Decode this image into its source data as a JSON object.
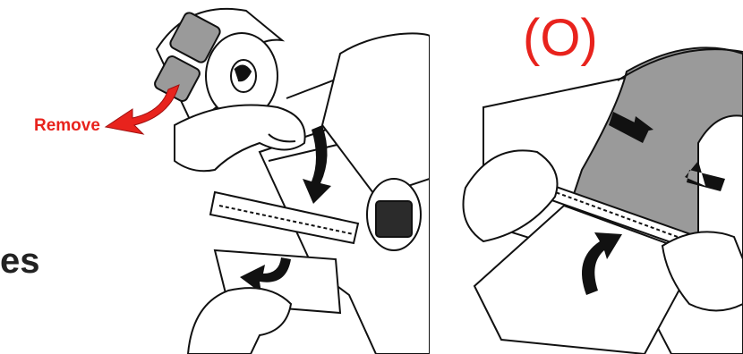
{
  "left_panel": {
    "remove_label": "Remove",
    "partial_heading": "es"
  },
  "right_panel": {
    "correct_mark": "(O)"
  },
  "colors": {
    "accent_red": "#e8231d",
    "label_gray": "#9a9a9a",
    "line_black": "#111111"
  }
}
